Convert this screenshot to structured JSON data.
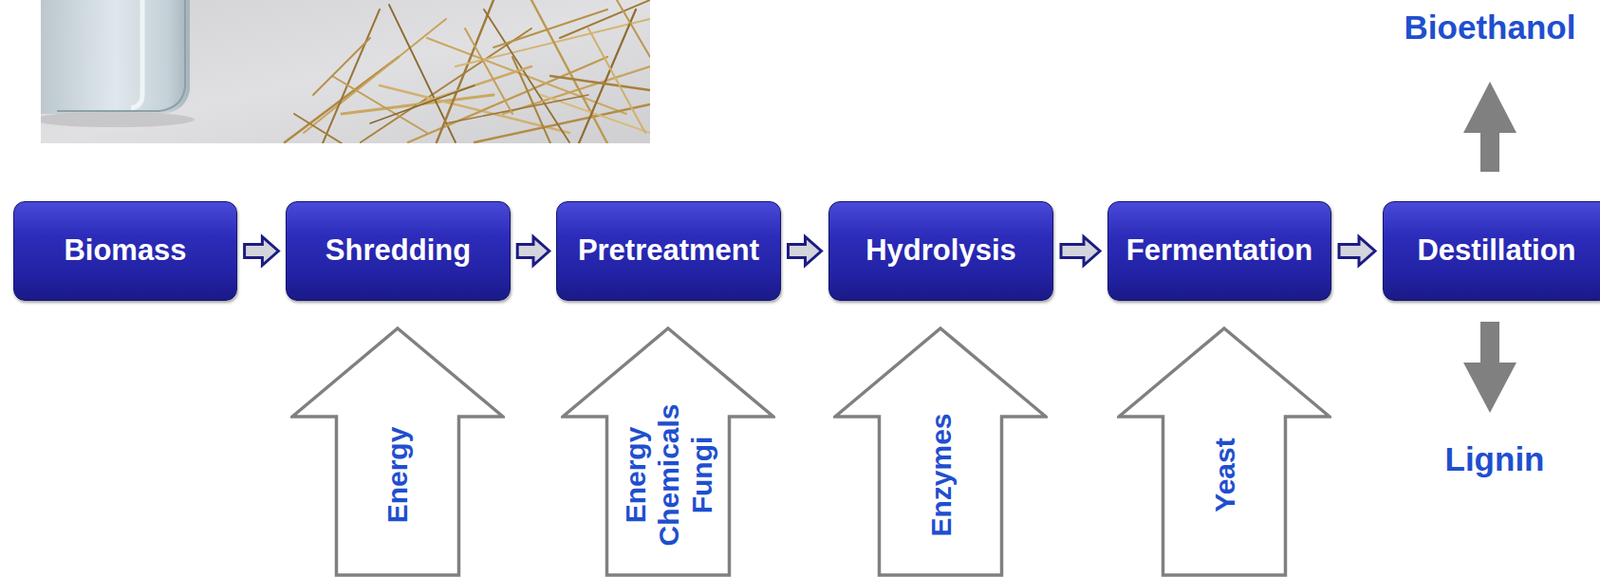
{
  "diagram": {
    "nodes": [
      {
        "text": [
          "Biomass"
        ]
      },
      {
        "text": [
          "Shredding"
        ]
      },
      {
        "text": [
          "Pretreatment"
        ]
      },
      {
        "text": [
          "Hydrolysis"
        ]
      },
      {
        "text": [
          "Fermentation"
        ]
      },
      {
        "text": [
          "Destillation"
        ]
      },
      {
        "text": [
          "Energy"
        ]
      },
      {
        "text": [
          "Energy Chemicals Fungi"
        ]
      },
      {
        "text": [
          "Enzymes"
        ]
      },
      {
        "text": [
          "Yeast"
        ]
      }
    ],
    "edges": [
      {
        "from": 0,
        "to": 1,
        "arrow": "to"
      },
      {
        "from": 1,
        "to": 2,
        "arrow": "to"
      },
      {
        "from": 2,
        "to": 3,
        "arrow": "to"
      },
      {
        "from": 3,
        "to": 4,
        "arrow": "to"
      },
      {
        "from": 4,
        "to": 5,
        "arrow": "to"
      }
    ],
    "labels": [
      "Bioethanol",
      "Lignin"
    ]
  }
}
